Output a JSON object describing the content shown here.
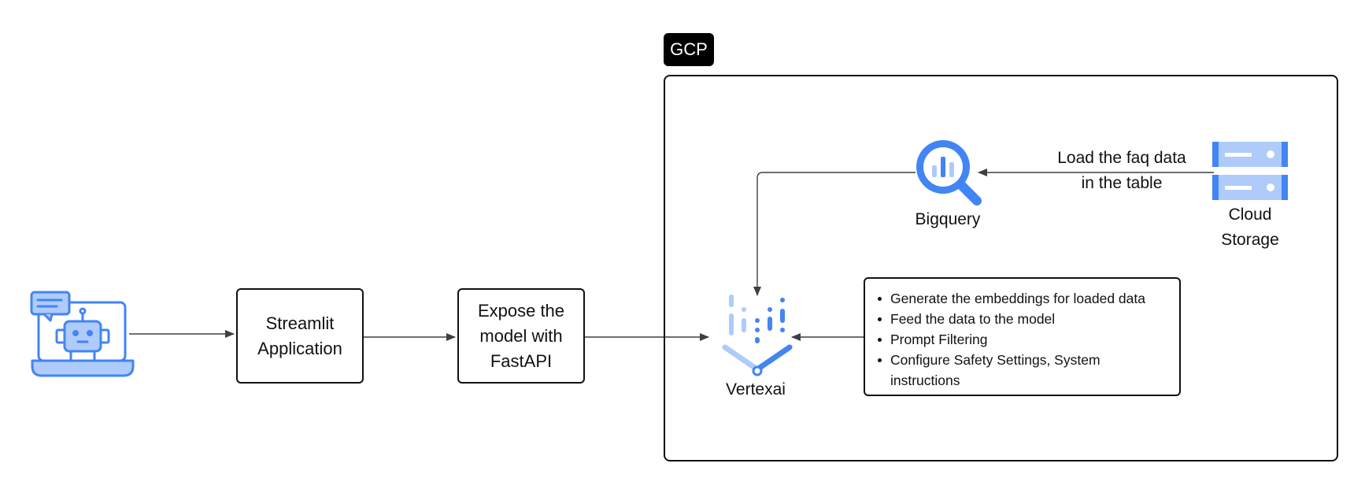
{
  "gcp_label": "GCP",
  "nodes": {
    "client_icon": "laptop-chatbot-icon",
    "streamlit": {
      "line1": "Streamlit",
      "line2": "Application"
    },
    "fastapi": {
      "line1": "Expose the",
      "line2": "model with",
      "line3": "FastAPI"
    },
    "vertexai": {
      "label": "Vertexai",
      "icon": "vertex-ai-icon"
    },
    "bigquery": {
      "label": "Bigquery",
      "icon": "bigquery-icon"
    },
    "cloud_storage": {
      "line1": "Cloud",
      "line2": "Storage",
      "icon": "cloud-storage-icon"
    },
    "load_note": {
      "line1": "Load the faq data",
      "line2": "in the table"
    },
    "tasks": [
      "Generate the embeddings for loaded data",
      "Feed the data to the model",
      "Prompt Filtering",
      "Configure Safety Settings, System instructions"
    ]
  },
  "colors": {
    "icon_blue": "#4285F4",
    "icon_light_blue": "#AECBFA",
    "line": "#3c4043"
  }
}
